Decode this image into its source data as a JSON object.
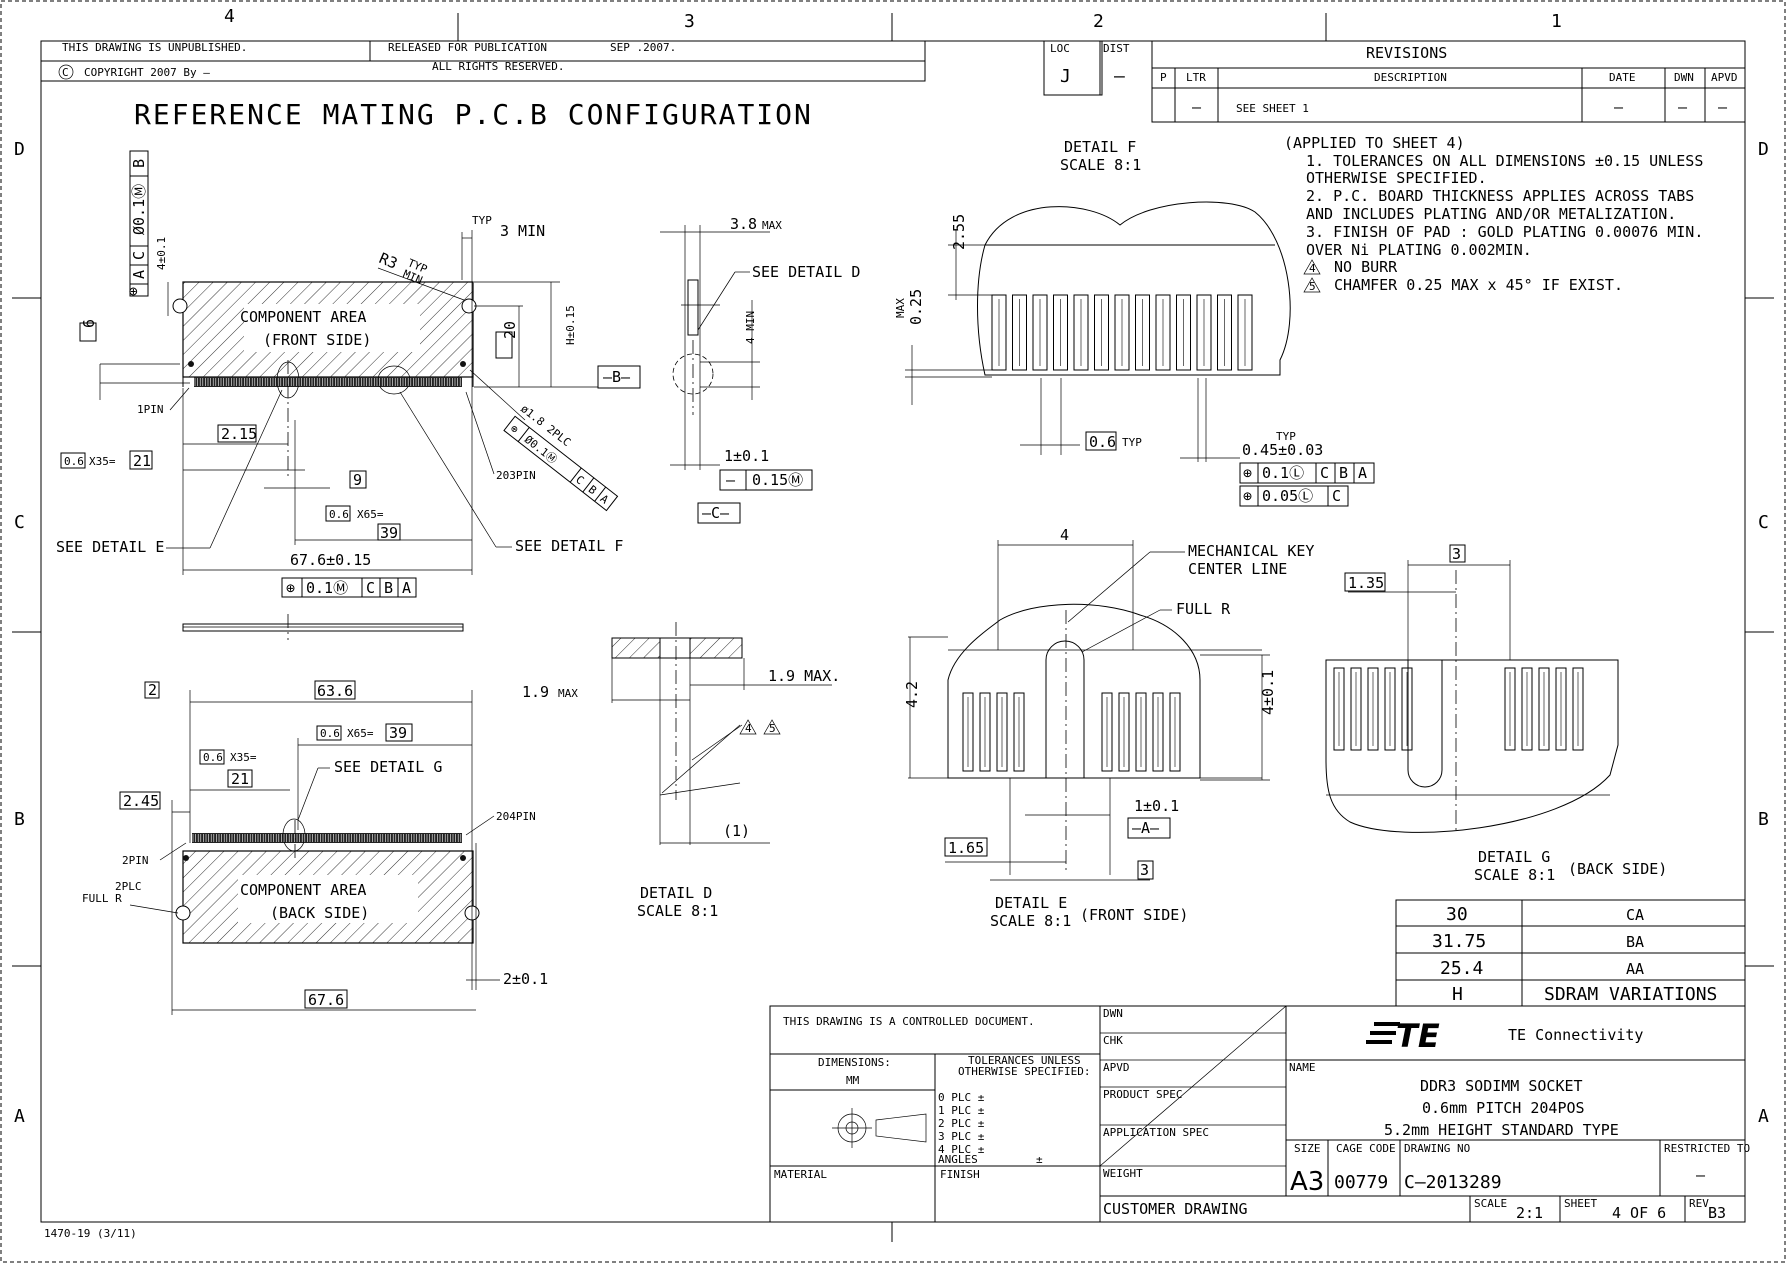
{
  "zones": {
    "cols": [
      "4",
      "3",
      "2",
      "1"
    ],
    "rows": [
      "D",
      "C",
      "B",
      "A"
    ]
  },
  "header": {
    "unpublished": "THIS DRAWING IS UNPUBLISHED.",
    "copyright": "COPYRIGHT  2007  By –",
    "released": "RELEASED FOR PUBLICATION",
    "date": "SEP .2007.",
    "rights": "ALL RIGHTS RESERVED.",
    "loc_label": "LOC",
    "loc": "J",
    "dist_label": "DIST",
    "dist": "–"
  },
  "revisions": {
    "title": "REVISIONS",
    "cols": [
      "P",
      "LTR",
      "DESCRIPTION",
      "DATE",
      "DWN",
      "APVD"
    ],
    "row": [
      "",
      "–",
      "SEE SHEET 1",
      "–",
      "–",
      "–"
    ]
  },
  "title": "REFERENCE  MATING  P.C.B  CONFIGURATION",
  "notes": {
    "applied": "(APPLIED TO SHEET 4)",
    "lines": [
      "1. TOLERANCES ON ALL DIMENSIONS ±0.15 UNLESS",
      "   OTHERWISE SPECIFIED.",
      "2. P.C. BOARD THICKNESS APPLIES ACROSS TABS",
      "   AND INCLUDES PLATING AND/OR METALIZATION.",
      "3. FINISH OF PAD : GOLD PLATING 0.00076 MIN.",
      "   OVER Ni PLATING 0.002MIN.",
      "NO BURR",
      "CHAMFER 0.25 MAX x 45° IF EXIST."
    ],
    "flag4": "4",
    "flag5": "5"
  },
  "front": {
    "area1": "COMPONENT  AREA",
    "area2": "(FRONT SIDE)",
    "typ": "TYP",
    "min3": "3  MIN",
    "r3": "R3",
    "r3typ": "TYP",
    "r3min": "MIN",
    "d6": "6",
    "d20": "20",
    "h": "H±0.15",
    "datumB": "–B–",
    "pin1": "1PIN",
    "d215": "2.15",
    "x35": "X35=",
    "d21": "21",
    "d06": "0.6",
    "d9": "9",
    "x65": "X65=",
    "d39": "39",
    "pin203": "203PIN",
    "hole": "ø1.8  2PLC",
    "holefcf": [
      "⊕",
      "Ø0.1Ⓜ",
      "C",
      "B",
      "A"
    ],
    "seeE": "SEE  DETAIL  E",
    "seeF": "SEE  DETAIL  F",
    "width": "67.6±0.15",
    "fcf": [
      "⊕",
      "0.1Ⓜ",
      "C",
      "B",
      "A"
    ],
    "fcfLeft": [
      "⊕",
      "Ø0.1Ⓜ",
      "C",
      "A",
      "B"
    ],
    "d41": "4±0.1"
  },
  "back": {
    "area1": "COMPONENT  AREA",
    "area2": "(BACK  SIDE)",
    "d2": "2",
    "d636": "63.6",
    "d06a": "0.6",
    "x65": "X65=",
    "d39": "39",
    "d06b": "0.6",
    "x35": "X35=",
    "d21": "21",
    "seeG": "SEE  DETAIL  G",
    "d245": "2.45",
    "pin204": "204PIN",
    "pin2": "2PIN",
    "fullr": "FULL  R",
    "plc": "2PLC",
    "d676": "67.6",
    "d21b": "2±0.1"
  },
  "detailD": {
    "max38": "3.8",
    "max": "MAX",
    "see": "SEE  DETAIL  D",
    "min4": "4  MIN",
    "d1": "1±0.1",
    "fcf": [
      "—",
      "0.15Ⓜ"
    ],
    "datumC": "–C–",
    "d19a": "1.9",
    "maxa": "MAX",
    "d19b": "1.9  MAX.",
    "paren": "(1)",
    "flag4": "4",
    "flag5": "5",
    "title": "DETAIL  D",
    "scale": "SCALE  8:1"
  },
  "detailF": {
    "title": "DETAIL  F",
    "scale": "SCALE  8:1",
    "d255": "2.55",
    "max": "MAX",
    "d025": "0.25",
    "d06": "0.6",
    "typ": "TYP",
    "typ2": "TYP",
    "d045": "0.45±0.03",
    "fcf1": [
      "⊕",
      "0.1Ⓛ",
      "C",
      "B",
      "A"
    ],
    "fcf2": [
      "⊕",
      "0.05Ⓛ",
      "C"
    ]
  },
  "detailE": {
    "d4": "4",
    "mech1": "MECHANICAL  KEY",
    "mech2": "CENTER  LINE",
    "fullr": "FULL  R",
    "d42": "4.2",
    "d41": "4±0.1",
    "d1": "1±0.1",
    "datumA": "–A–",
    "d165": "1.65",
    "d3": "3",
    "title": "DETAIL  E",
    "scale": "SCALE  8:1",
    "side": "(FRONT  SIDE)"
  },
  "detailG": {
    "d3": "3",
    "d135": "1.35",
    "title": "DETAIL  G",
    "scale": "SCALE  8:1",
    "side": "(BACK  SIDE)"
  },
  "variations": {
    "rows": [
      [
        "30",
        "CA"
      ],
      [
        "31.75",
        "BA"
      ],
      [
        "25.4",
        "AA"
      ],
      [
        "H",
        "SDRAM  VARIATIONS"
      ]
    ]
  },
  "titleblock": {
    "controlled": "THIS  DRAWING  IS  A  CONTROLLED  DOCUMENT.",
    "dimensions": "DIMENSIONS:",
    "mm": "MM",
    "tol1": "TOLERANCES UNLESS",
    "tol2": "OTHERWISE SPECIFIED:",
    "plc": [
      "0  PLC      ±",
      "1  PLC      ±",
      "2  PLC      ±",
      "3  PLC      ±",
      "4  PLC      ±"
    ],
    "angles": "ANGLES",
    "anglesPm": "±",
    "material": "MATERIAL",
    "finish": "FINISH",
    "dwn": "DWN",
    "chk": "CHK",
    "apvd": "APVD",
    "product": "PRODUCT SPEC",
    "application": "APPLICATION SPEC",
    "weight": "WEIGHT",
    "customer": "CUSTOMER  DRAWING",
    "company": "TE  Connectivity",
    "logo": "TE",
    "name": "NAME",
    "name1": "DDR3  SODIMM  SOCKET",
    "name2": "0.6mm  PITCH  204POS",
    "name3": "5.2mm  HEIGHT  STANDARD  TYPE",
    "size_label": "SIZE",
    "size": "A3",
    "cage_label": "CAGE CODE",
    "cage": "00779",
    "dwgno_label": "DRAWING NO",
    "dwgno": "C–2013289",
    "restricted": "RESTRICTED TO",
    "restrictedVal": "–",
    "scale_label": "SCALE",
    "scale": "2:1",
    "sheet_label": "SHEET",
    "sheet": "4  OF  6",
    "rev_label": "REV",
    "rev": "B3"
  },
  "form": "1470-19  (3/11)"
}
